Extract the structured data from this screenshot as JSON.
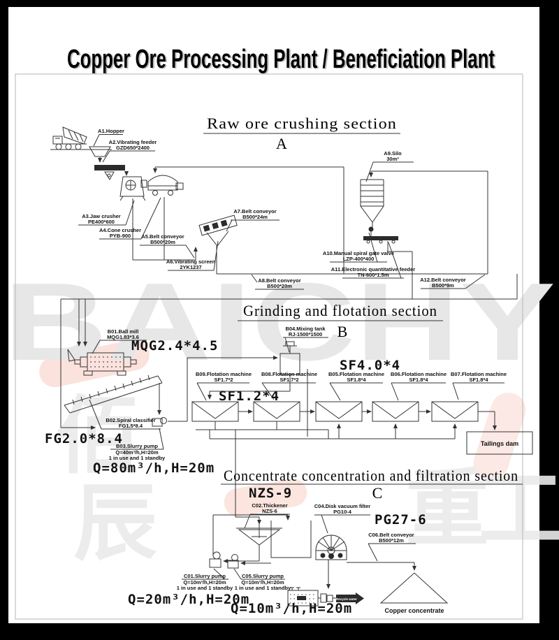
{
  "title": "Copper Ore Processing Plant / Beneficiation Plant",
  "watermark": {
    "logo": "BAICHY",
    "cjk": [
      "佰",
      "辰",
      "重",
      "工"
    ]
  },
  "sections": {
    "a": {
      "title": "Raw ore crushing section",
      "letter": "A"
    },
    "b": {
      "title": "Grinding and flotation section",
      "letter": "B"
    },
    "c": {
      "title": "Concentrate concentration and filtration section",
      "letter": "C"
    }
  },
  "annotations": {
    "mqg245": "MQG2.4*4.5",
    "fg2084": "FG2.0*8.4",
    "q80": "Q=80m³/h,H=20m",
    "sf124": "SF1.2*4",
    "sf404": "SF4.0*4",
    "nzs9": "NZS-9",
    "pg276": "PG27-6",
    "q20": "Q=20m³/h,H=20m",
    "q10": "Q=10m³/h,H=20m"
  },
  "labels": {
    "a1": {
      "l1": "A1.Hopper"
    },
    "a2": {
      "l1": "A2.Vibrating feeder",
      "l2": "GZD650*2400"
    },
    "a3": {
      "l1": "A3.Jaw crusher",
      "l2": "PE400*600"
    },
    "a4": {
      "l1": "A4.Cone crusher",
      "l2": "PYB-900"
    },
    "a5": {
      "l1": "A5.Belt conveyor",
      "l2": "B500*20m"
    },
    "a6": {
      "l1": "A6.Vibrating screen",
      "l2": "2YK1237"
    },
    "a7": {
      "l1": "A7.Belt conveyor",
      "l2": "B500*24m"
    },
    "a8": {
      "l1": "A8.Belt conveyor",
      "l2": "B500*20m"
    },
    "a9": {
      "l1": "A9.Silo",
      "l2": "30m³"
    },
    "a10": {
      "l1": "A10.Manual spiral gate valve",
      "l2": "LZP-400*400"
    },
    "a11": {
      "l1": "A11.Electronic quantitative feeder",
      "l2": "TN-600*1.5m"
    },
    "a12": {
      "l1": "A12.Belt conveyor",
      "l2": "B500*9m"
    },
    "b01": {
      "l1": "B01.Ball mill",
      "l2": "MQG1.83*3.6"
    },
    "b02": {
      "l1": "B02.Spiral classifier",
      "l2": "FG1.5*8.4"
    },
    "b03": {
      "l1": "B03.Slurry pump",
      "l2": "Q=40m³/h,H=20m",
      "l3": "1 in use and 1 standby"
    },
    "b04": {
      "l1": "B04.Mixing tank",
      "l2": "RJ-1500*1500"
    },
    "b05": {
      "l1": "B05.Flotation machine",
      "l2": "SF1.8*4"
    },
    "b06": {
      "l1": "B06.Flotation machine",
      "l2": "SF1.8*4"
    },
    "b07": {
      "l1": "B07.Flotation machine",
      "l2": "SF1.8*4"
    },
    "b08": {
      "l1": "B08.Flotation machine",
      "l2": "SF1.7*2"
    },
    "b09": {
      "l1": "B09.Flotation machine",
      "l2": "SF1.7*2"
    },
    "c01": {
      "l1": "C01.Slurry pump",
      "l2": "Q=10m³/h,H=20m",
      "l3": "1 in use and 1 standby"
    },
    "c02": {
      "l1": "C02.Thickener",
      "l2": "NZS-6"
    },
    "c04": {
      "l1": "C04.Disk vacuum filter",
      "l2": "PG10-4"
    },
    "c05": {
      "l1": "C05.Slurry pump",
      "l2": "Q=10m³/h,H=20m",
      "l3": "1 in use and 1 standby"
    },
    "c06": {
      "l1": "C06.Belt conveyor",
      "l2": "B500*12m"
    }
  },
  "nodes": {
    "tailings_dam": "Tailings dam",
    "copper_concentrate": "Copper concentrate",
    "recycle_banner": "Recycle water"
  }
}
